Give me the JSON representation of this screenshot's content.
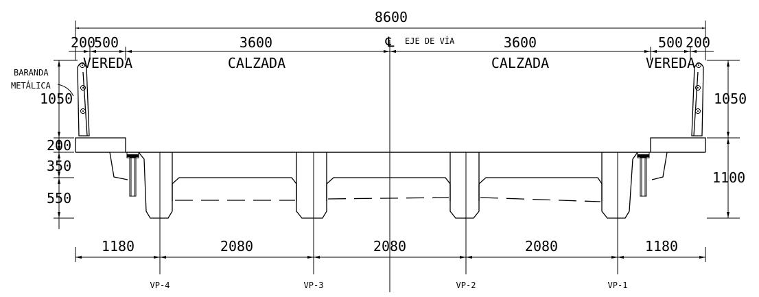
{
  "drawing": {
    "overall_width": "8600",
    "centerline_symbol": "℄",
    "centerline_label": "EJE DE VÍA",
    "top_dims": {
      "left_small": "200",
      "left_sidewalk": "500",
      "left_roadway": "3600",
      "right_roadway": "3600",
      "right_sidewalk": "500",
      "right_small": "200"
    },
    "zones": {
      "left_sidewalk": "VEREDA",
      "left_roadway": "CALZADA",
      "right_roadway": "CALZADA",
      "right_sidewalk": "VEREDA"
    },
    "railing_label_line1": "BARANDA",
    "railing_label_line2": "METÁLICA",
    "left_dims": {
      "railing_height": "1050",
      "slab": "200",
      "flange": "350",
      "web": "550"
    },
    "right_dims": {
      "railing_height": "1050",
      "beam_depth": "1100"
    },
    "bottom_dims": [
      "1180",
      "2080",
      "2080",
      "2080",
      "1180"
    ],
    "beams": [
      "VP-4",
      "VP-3",
      "VP-2",
      "VP-1"
    ]
  }
}
